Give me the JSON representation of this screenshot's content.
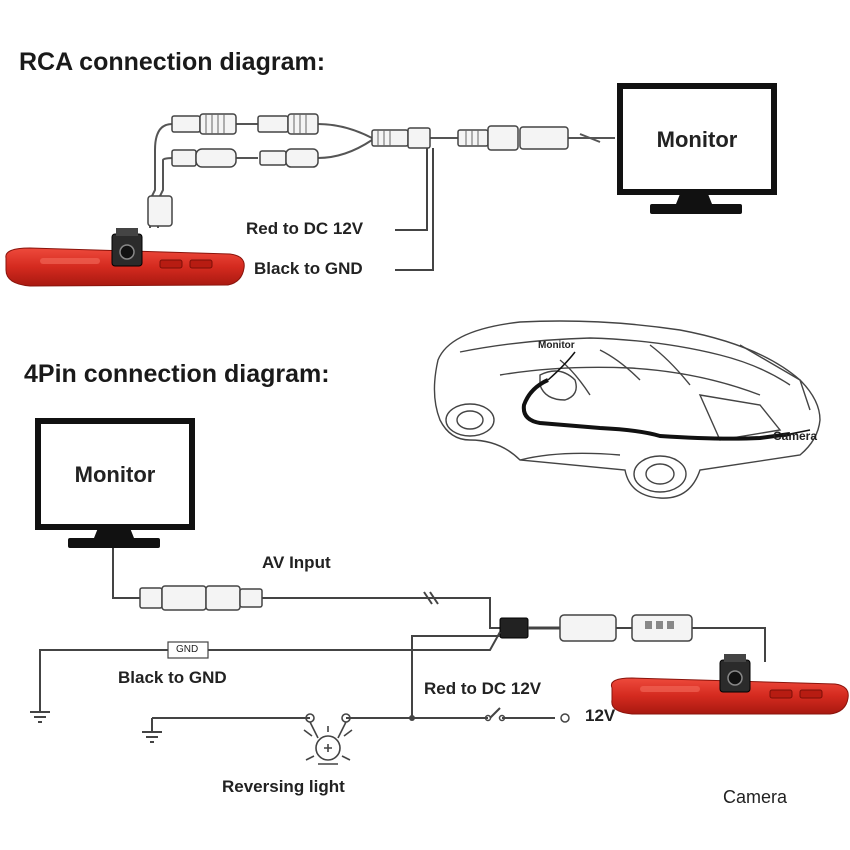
{
  "rca": {
    "title": "RCA  connection diagram:",
    "monitor_label": "Monitor",
    "red_label": "Red to DC 12V",
    "black_label": "Black to GND"
  },
  "pin4": {
    "title": "4Pin connection diagram:",
    "monitor_label": "Monitor",
    "av_input_label": "AV Input",
    "gnd_tag": "GND",
    "black_label": "Black to GND",
    "red_label": "Red to DC 12V",
    "v12_label": "12V",
    "reversing_label": "Reversing light",
    "camera_label": "Camera"
  },
  "car": {
    "monitor_label": "Monitor",
    "camera_label": "Camera"
  },
  "colors": {
    "camera_bar": "#d42a1f",
    "wire": "#333333",
    "text": "#222222"
  }
}
